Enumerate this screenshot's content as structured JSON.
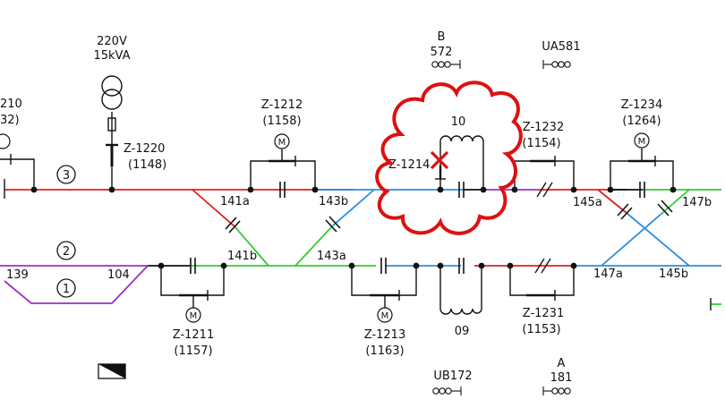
{
  "colors": {
    "red": "#e02020",
    "blue": "#2a8ee0",
    "green": "#33cc33",
    "purple": "#9b30c8",
    "black": "#111111",
    "cloud": "#dd1111"
  },
  "transformer": {
    "voltage": "220V",
    "power": "15kVA"
  },
  "left_edge": {
    "label_top": "210",
    "label_bottom": "32)"
  },
  "tracks": {
    "track3": "3",
    "track2": "2",
    "track1": "1"
  },
  "labels": {
    "t139": "139",
    "t104": "104",
    "t141a": "141a",
    "t141b": "141b",
    "t143b": "143b",
    "t143a": "143a",
    "t145a": "145a",
    "t145b": "145b",
    "t147a": "147a",
    "t147b": "147b",
    "t10": "10",
    "t09": "09"
  },
  "switches": {
    "z1220": {
      "name": "Z-1220",
      "num": "(1148)"
    },
    "z1212": {
      "name": "Z-1212",
      "num": "(1158)"
    },
    "z1211": {
      "name": "Z-1211",
      "num": "(1157)"
    },
    "z1213": {
      "name": "Z-1213",
      "num": "(1163)"
    },
    "z1214": {
      "name": "Z-1214"
    },
    "z1232": {
      "name": "Z-1232",
      "num": "(1154)"
    },
    "z1231": {
      "name": "Z-1231",
      "num": "(1153)"
    },
    "z1234": {
      "name": "Z-1234",
      "num": "(1264)"
    }
  },
  "signals": {
    "b572": {
      "letter": "B",
      "num": "572"
    },
    "ua581": {
      "name": "UA581"
    },
    "ub172": {
      "name": "UB172"
    },
    "a181": {
      "letter": "A",
      "num": "181"
    }
  },
  "motor_symbol": "M"
}
